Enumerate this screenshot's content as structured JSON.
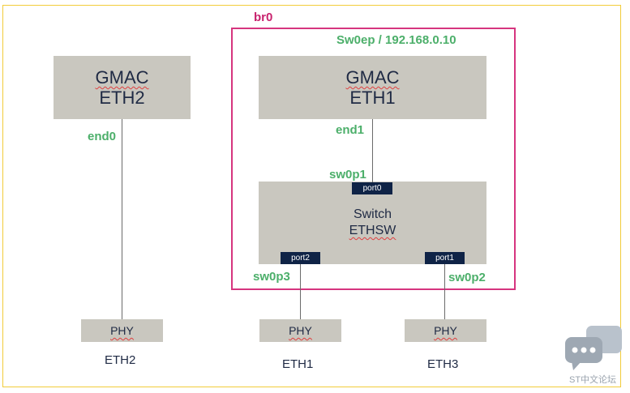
{
  "bridge": {
    "label": "br0",
    "color": "#d6357f"
  },
  "sw0ep_label": "Sw0ep / 192.168.0.10",
  "gmac_eth2": {
    "line1": "GMAC",
    "line2": "ETH2"
  },
  "gmac_eth1": {
    "line1": "GMAC",
    "line2": "ETH1"
  },
  "switch": {
    "line1": "Switch",
    "line2": "ETHSW"
  },
  "ports": {
    "port0": "port0",
    "port1": "port1",
    "port2": "port2"
  },
  "iface_labels": {
    "end0": "end0",
    "end1": "end1",
    "sw0p1": "sw0p1",
    "sw0p2": "sw0p2",
    "sw0p3": "sw0p3"
  },
  "phy": {
    "label": "PHY"
  },
  "eth_labels": {
    "eth2": "ETH2",
    "eth1": "ETH1",
    "eth3": "ETH3"
  },
  "watermark": {
    "text": "ST中文论坛"
  },
  "colors": {
    "box": "#c9c7bf",
    "port": "#0f2346",
    "iface_green": "#4caf6a",
    "frame": "#f2cc3a"
  }
}
